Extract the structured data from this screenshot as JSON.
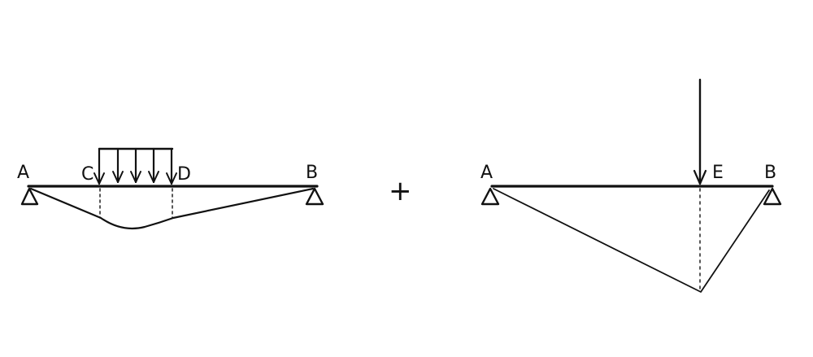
{
  "diagram_left": {
    "labels": {
      "a": "A",
      "c": "C",
      "d": "D",
      "b": "B"
    }
  },
  "operator": "+",
  "diagram_right": {
    "labels": {
      "a": "A",
      "e": "E",
      "b": "B"
    }
  }
}
